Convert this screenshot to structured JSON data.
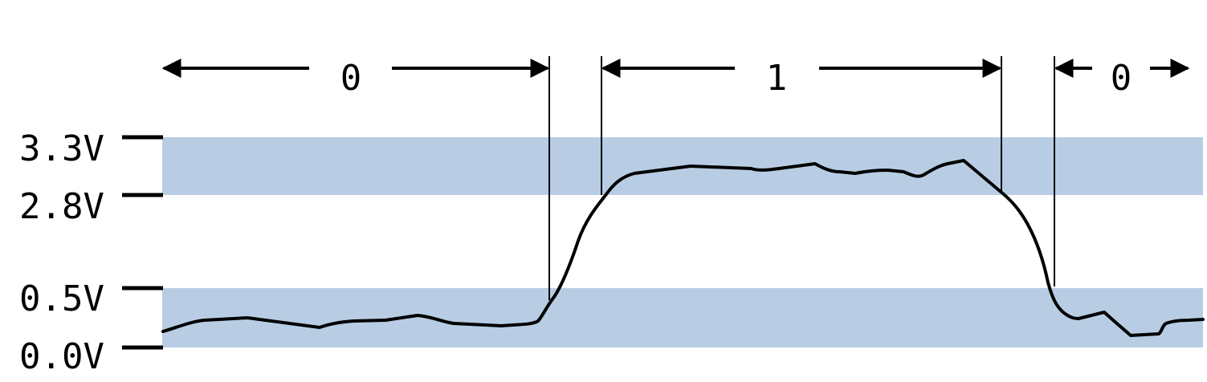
{
  "voltage_labels": {
    "v_high_top": "3.3V",
    "v_high_bottom": "2.8V",
    "v_low_top": "0.5V",
    "v_low_bottom": "0.0V"
  },
  "bit_labels": {
    "first": "0",
    "second": "1",
    "third": "0"
  },
  "colors": {
    "band": "#b8cde4",
    "ink": "#000000"
  }
}
